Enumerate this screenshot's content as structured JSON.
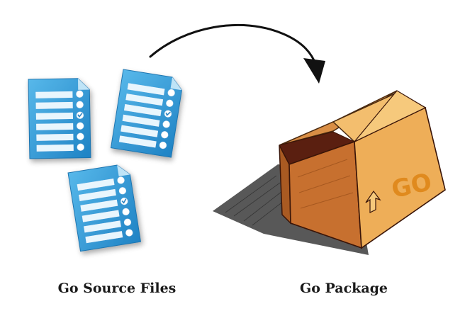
{
  "labels": {
    "source_files": "Go Source Files",
    "package": "Go Package",
    "box_text": "GO"
  },
  "colors": {
    "doc_blue": "#3aa3dc",
    "doc_blue_dark": "#1f7fbf",
    "box_front": "#c7702f",
    "box_side": "#f0b35c",
    "box_inside": "#5a1f10",
    "shadow": "#3a3a3a",
    "arrow": "#111111"
  }
}
